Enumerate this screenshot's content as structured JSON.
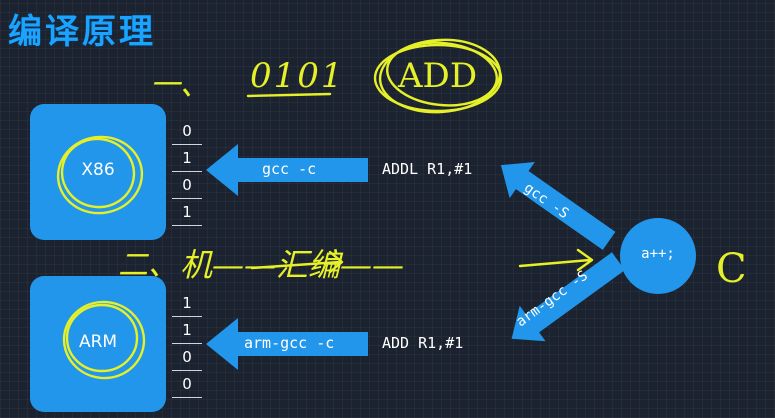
{
  "title": "编译原理",
  "chips": {
    "x86": "X86",
    "arm": "ARM"
  },
  "bits": {
    "x86": [
      "0",
      "1",
      "0",
      "1"
    ],
    "arm": [
      "1",
      "1",
      "0",
      "0"
    ]
  },
  "arrows": {
    "gcc_c": "gcc -c",
    "arm_gcc_c": "arm-gcc -c",
    "gcc_s": "gcc -S",
    "arm_gcc_s": "arm-gcc -S"
  },
  "asm": {
    "x86": "ADDL R1,#1",
    "arm": "ADD R1,#1"
  },
  "source": {
    "code": "a++;"
  },
  "annotations": {
    "n1": "一、",
    "binary": "0101",
    "add": "ADD",
    "n2": "二、",
    "flow": "机——汇编——",
    "lang": "C"
  },
  "colors": {
    "accent": "#2296ea",
    "title": "#1aa3ff",
    "ink": "#e5f028"
  }
}
